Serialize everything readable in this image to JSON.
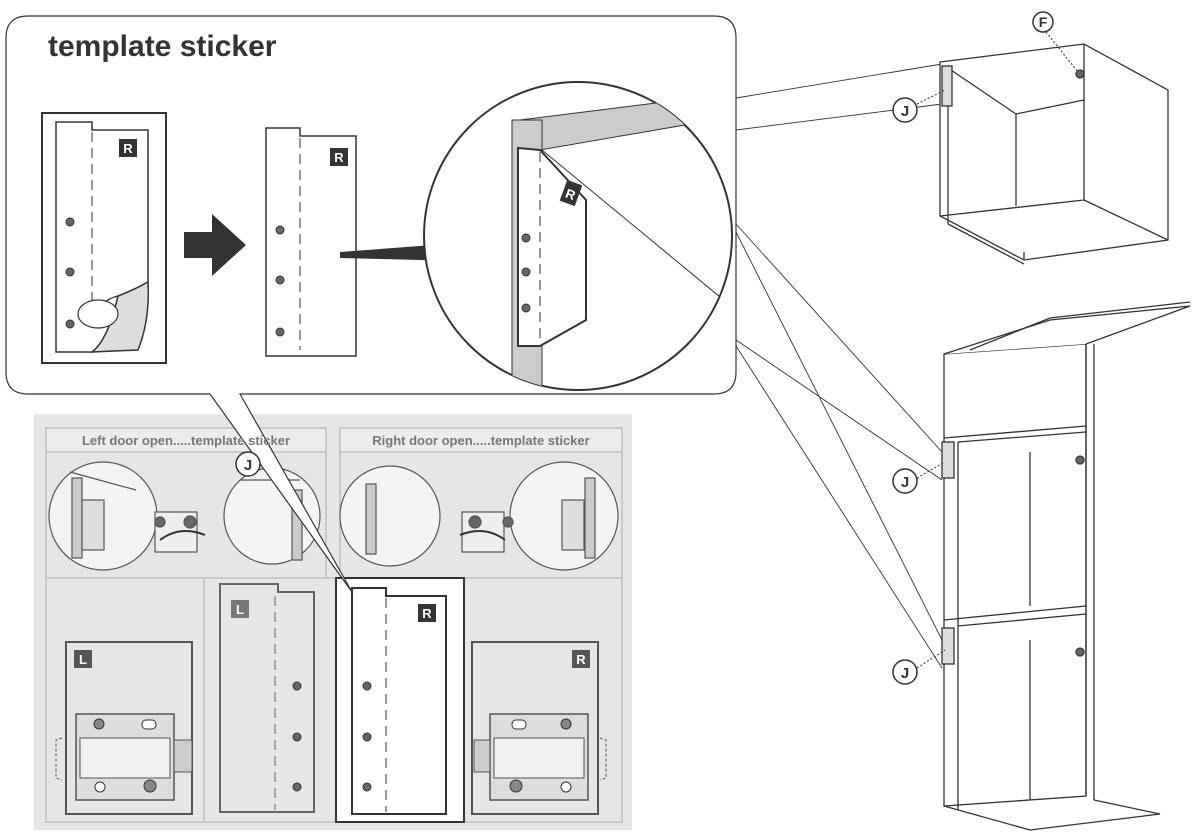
{
  "callout": {
    "title": "template sticker"
  },
  "panel": {
    "left_header": "Left door open.....template sticker",
    "right_header": "Right door open.....template sticker"
  },
  "labels": {
    "R": "R",
    "L": "L",
    "J": "J",
    "F": "F"
  },
  "colors": {
    "background": "#ffffff",
    "panel_bg": "#e6e6e6",
    "stroke": "#333333",
    "arrow": "#333333"
  }
}
